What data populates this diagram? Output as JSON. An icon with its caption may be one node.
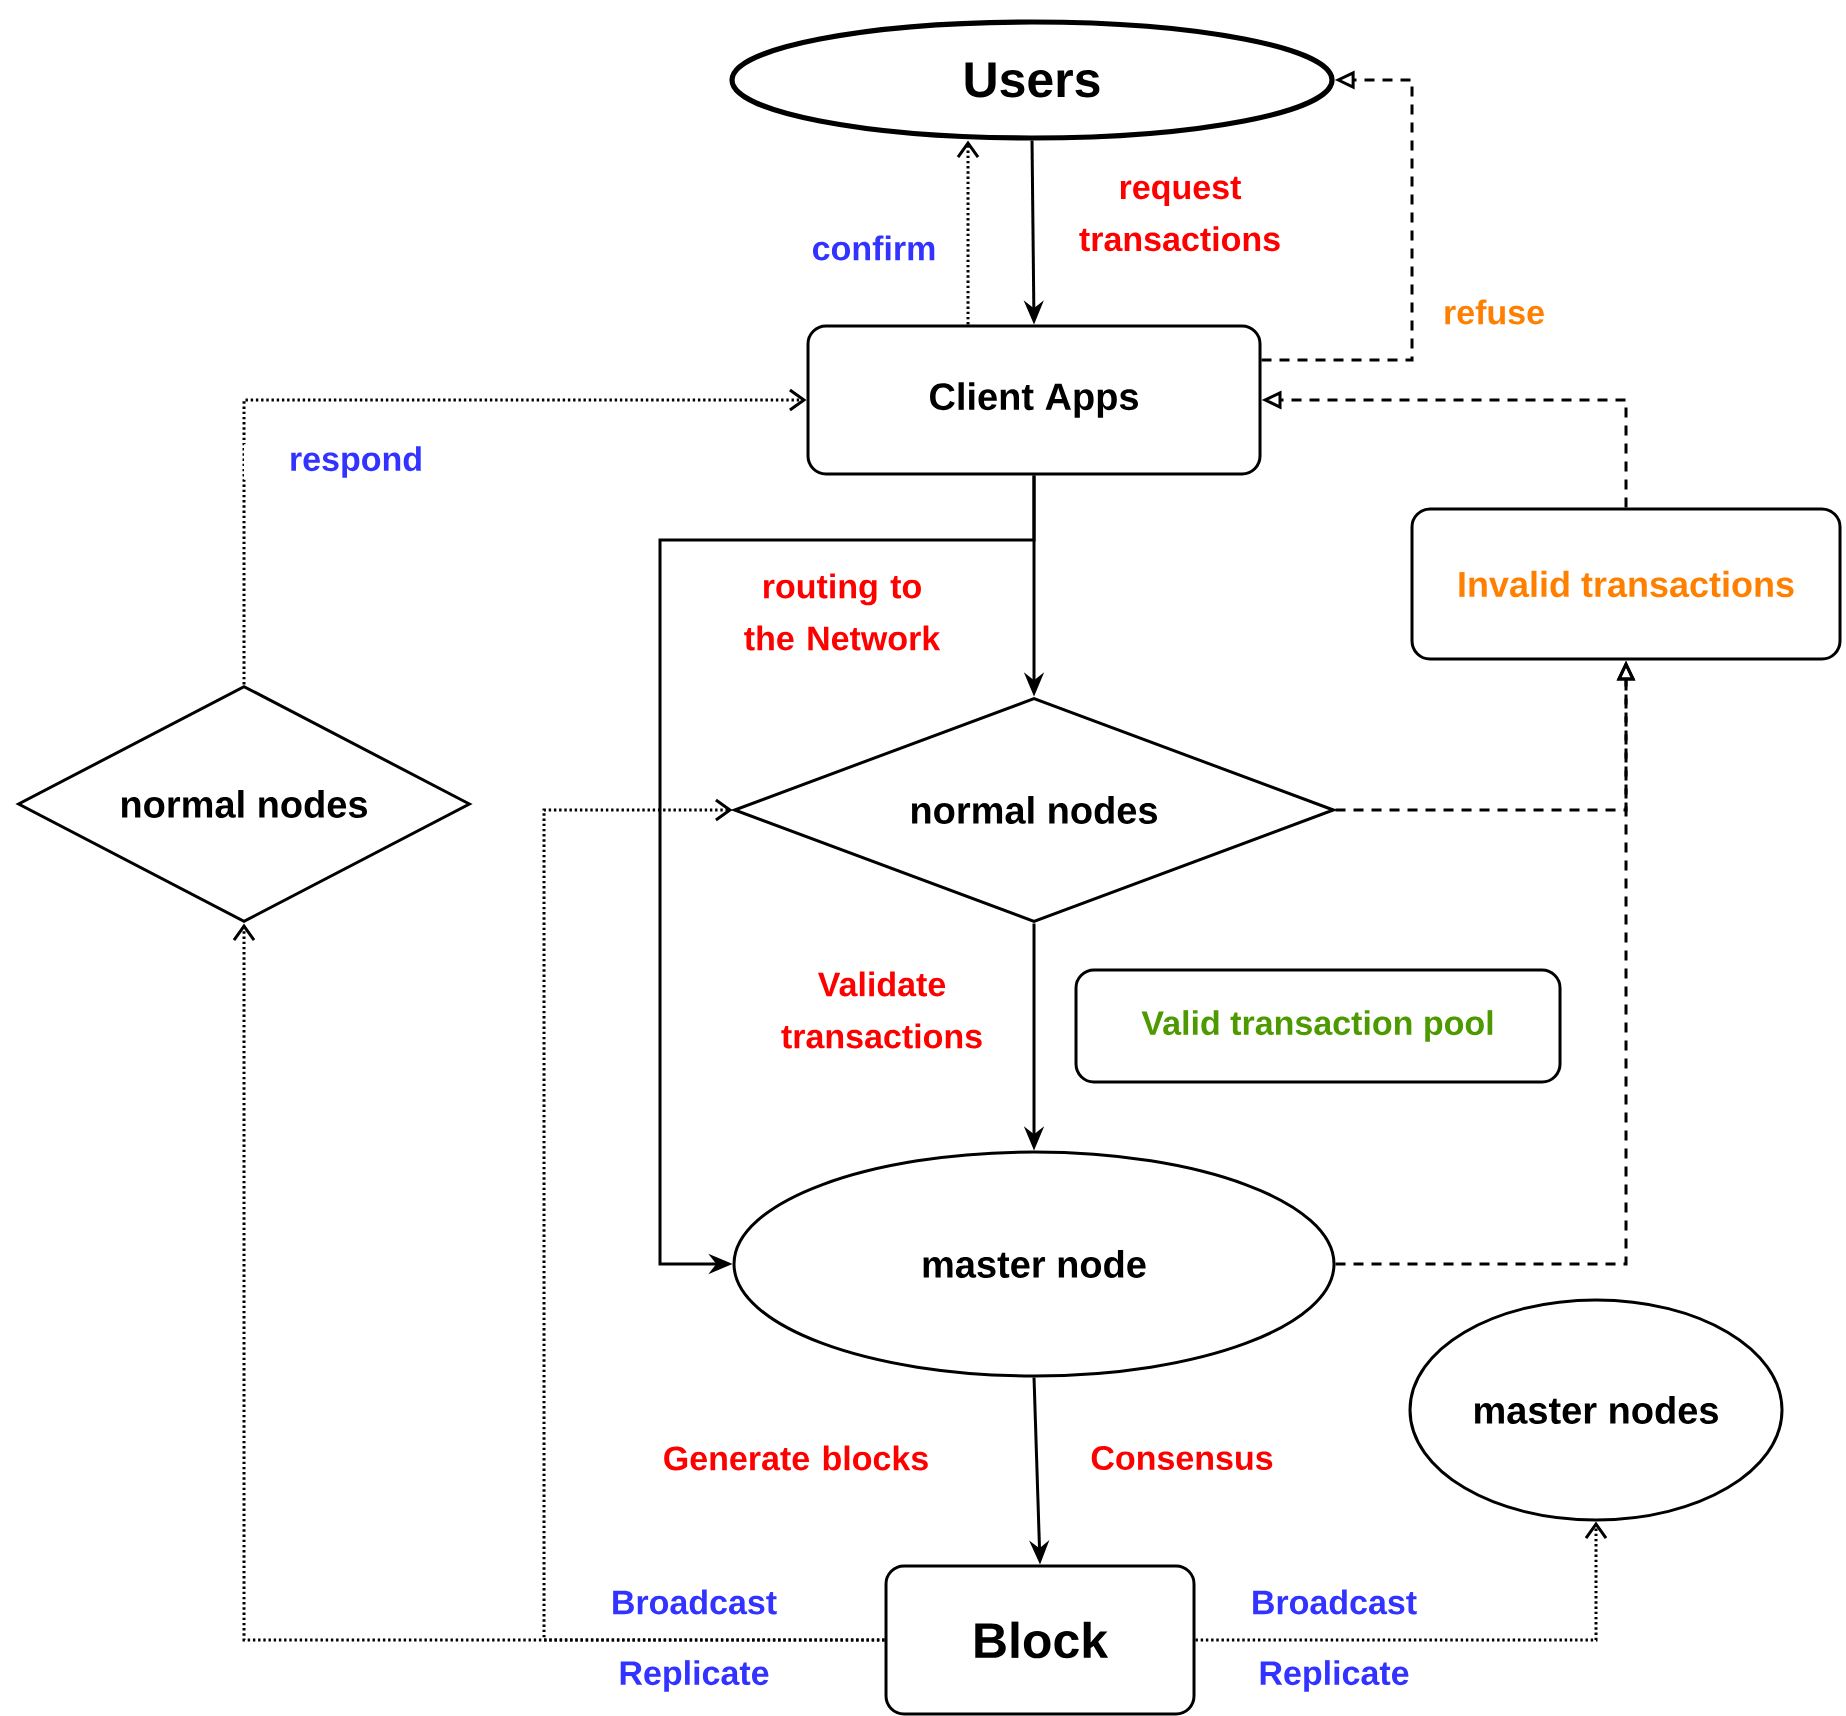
{
  "diagram": {
    "nodes": [
      {
        "text": [
          "Users"
        ]
      },
      {
        "text": [
          "Client Apps"
        ]
      },
      {
        "text": [
          "Invalid transactions"
        ]
      },
      {
        "text": [
          "normal nodes"
        ]
      },
      {
        "text": [
          "normal nodes"
        ]
      },
      {
        "text": [
          "Valid transaction pool"
        ]
      },
      {
        "text": [
          "master node"
        ]
      },
      {
        "text": [
          "master nodes"
        ]
      },
      {
        "text": [
          "Block"
        ]
      }
    ],
    "edges": [
      {
        "from": 0,
        "to": 1,
        "arrow": "to",
        "label": "request transactions"
      },
      {
        "from": 1,
        "to": 0,
        "arrow": "to",
        "label": "confirm",
        "style": "dashed"
      },
      {
        "from": 1,
        "to": 0,
        "arrow": "to",
        "label": "refuse",
        "style": "dashed"
      },
      {
        "from": 2,
        "to": 1,
        "arrow": "to",
        "style": "dashed"
      },
      {
        "from": 1,
        "to": 4,
        "arrow": "to",
        "label": "routing to the Network"
      },
      {
        "from": 1,
        "to": 6,
        "arrow": "to"
      },
      {
        "from": 4,
        "to": 6,
        "arrow": "to",
        "label": "Validate transactions"
      },
      {
        "from": 4,
        "to": 2,
        "arrow": "to",
        "style": "dashed"
      },
      {
        "from": 6,
        "to": 2,
        "arrow": "to",
        "style": "dashed"
      },
      {
        "from": 6,
        "to": 8,
        "arrow": "to",
        "label": "Generate blocks"
      },
      {
        "from": 8,
        "to": 3,
        "arrow": "to",
        "label": "Broadcast",
        "style": "dashed"
      },
      {
        "from": 8,
        "to": 4,
        "arrow": "to",
        "style": "dashed"
      },
      {
        "from": 8,
        "to": 7,
        "arrow": "to",
        "label": "Broadcast",
        "style": "dashed"
      },
      {
        "from": 3,
        "to": 1,
        "arrow": "to",
        "label": "respond",
        "style": "dashed"
      }
    ],
    "labels": [
      "Consensus",
      "Replicate",
      "Replicate"
    ]
  }
}
